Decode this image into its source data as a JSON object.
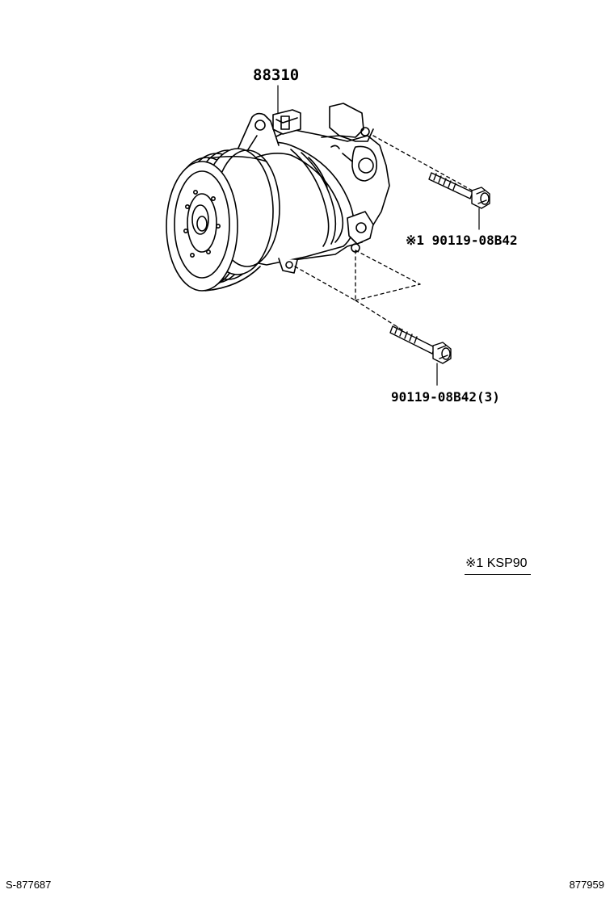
{
  "callouts": {
    "compressor_part": "88310",
    "bolt_upper": "※1 90119-08B42",
    "bolt_lower": "90119-08B42(3)"
  },
  "note": {
    "text": "※1 KSP90"
  },
  "footer": {
    "left_code": "S-877687",
    "right_code": "877959"
  }
}
